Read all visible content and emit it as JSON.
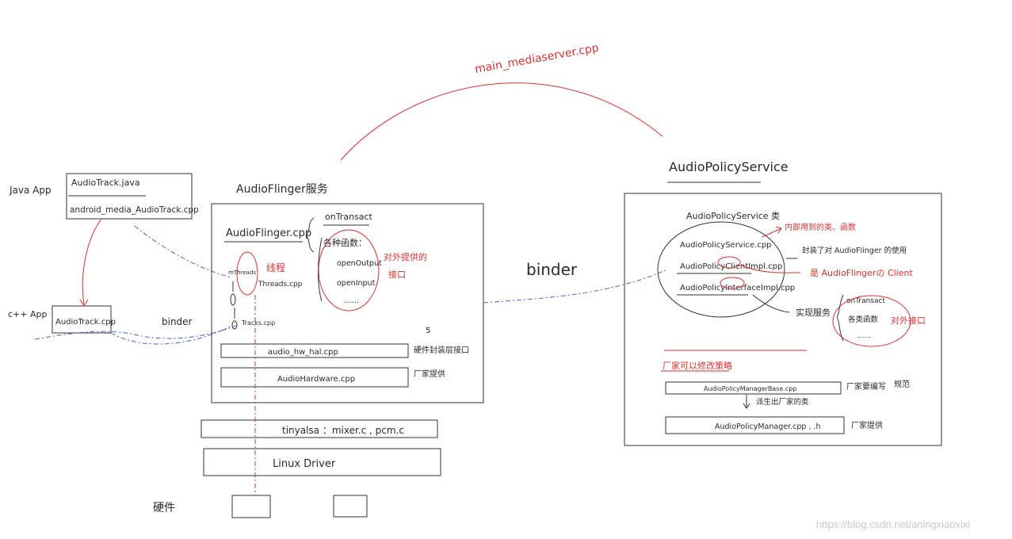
{
  "left": {
    "java_app_label": "Java App",
    "audiotrack_java": "AudioTrack.java",
    "android_media_audiotrack": "android_media_AudioTrack.cpp",
    "cpp_app_label": "c++ App",
    "audiotrack_cpp": "AudioTrack.cpp",
    "binder_label": "binder"
  },
  "flinger": {
    "title": "AudioFlinger服务",
    "file": "AudioFlinger.cpp",
    "on_transact": "onTransact",
    "funcs_label": "各种函数：",
    "open_output": "openOutput",
    "open_input": "openInput",
    "external_note_1": "对外提供的",
    "external_note_2": "接口",
    "thread_note": "线程",
    "mthreads": "mThreads",
    "threads_cpp": "Threads.cpp",
    "tracks_cpp": "Tracks.cpp",
    "hw_hal": "audio_hw_hal.cpp",
    "hw_hal_note": "硬件封装层接口",
    "hw_hal_mark": "5",
    "audio_hardware": "AudioHardware.cpp",
    "vendor_provided": "厂家提供",
    "tinyalsa": "tinyalsa ：mixer.c , pcm.c",
    "linux_driver": "Linux Driver",
    "hardware_label": "硬件"
  },
  "top": {
    "main_mediaserver": "main_mediaserver.cpp",
    "binder_center": "binder"
  },
  "policy": {
    "title": "AudioPolicyService",
    "class_label": "AudioPolicyService 类",
    "service_cpp": "AudioPolicyService.cpp",
    "internal_note": "内部用到的类、函数",
    "client_impl": "AudioPolicyClientImpl.cpp",
    "wrap_note": "封装了对 AudioFlinger 的使用",
    "client_note": "是 AudioFlingerの Client",
    "interface_impl": "AudioPolicyInterfaceImpl.cpp",
    "realize_service": "实现服务",
    "on_transact": "onTransact",
    "various_funcs": "各类函数",
    "external_interface": "对外接口",
    "strategy_note": "厂家可以修改策略",
    "manager_base": "AudioPolicyManagerBase.cpp",
    "vendor_edit": "厂家要编写",
    "code_rule": "规范",
    "derive_note": "派生出厂家的类",
    "manager_cpp": "AudioPolicyManager.cpp , .h",
    "vendor_provided": "厂家提供"
  },
  "watermark": "https://blog.csdn.net/aningxiaoxixi",
  "colors": {
    "ink": "#2a2a2a",
    "red": "#e03030",
    "blue": "#4a5fd0",
    "watermark": "#c8c8c8"
  }
}
